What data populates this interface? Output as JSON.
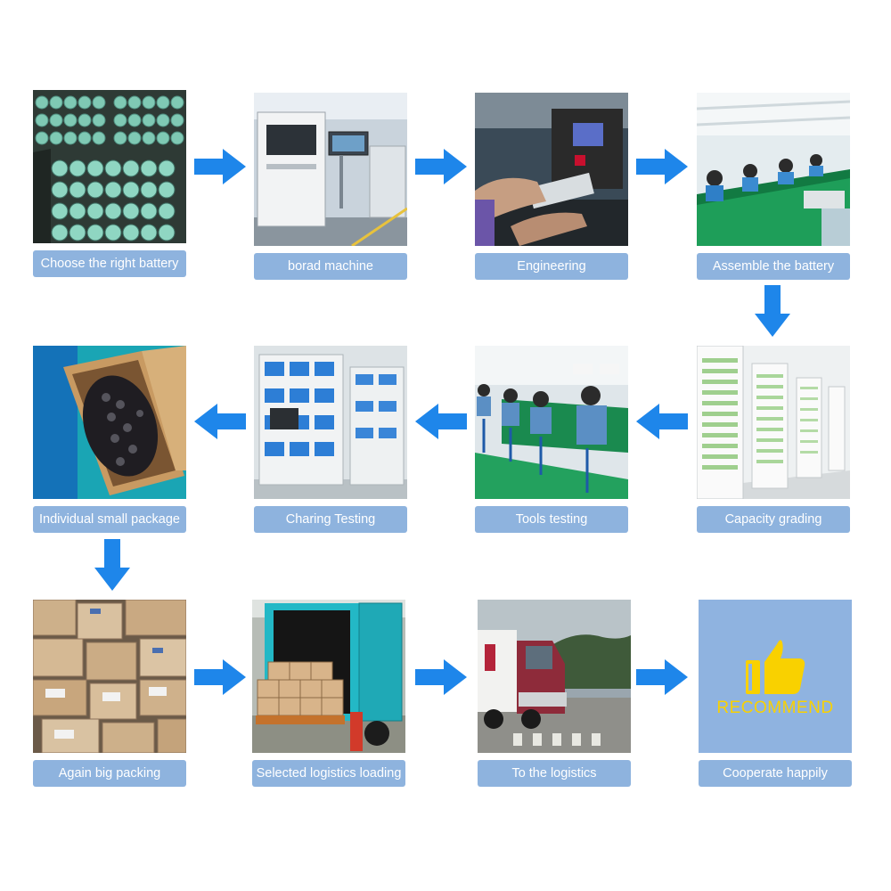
{
  "steps": [
    {
      "label": "Choose the right battery"
    },
    {
      "label": "borad machine"
    },
    {
      "label": "Engineering"
    },
    {
      "label": "Assemble the battery"
    },
    {
      "label": "Capacity grading"
    },
    {
      "label": "Tools testing"
    },
    {
      "label": "Charing Testing"
    },
    {
      "label": "Individual small package"
    },
    {
      "label": "Again big packing"
    },
    {
      "label": "Selected logistics loading"
    },
    {
      "label": "To the logistics"
    },
    {
      "label": "Cooperate happily"
    }
  ],
  "recommend": {
    "text": "RECOMMEND"
  },
  "colors": {
    "arrow": "#1e86ea",
    "label_bg": "#8eb3de",
    "label_text": "#ffffff",
    "recommend_bg": "#8fb3e0",
    "thumb": "#f9d100"
  }
}
